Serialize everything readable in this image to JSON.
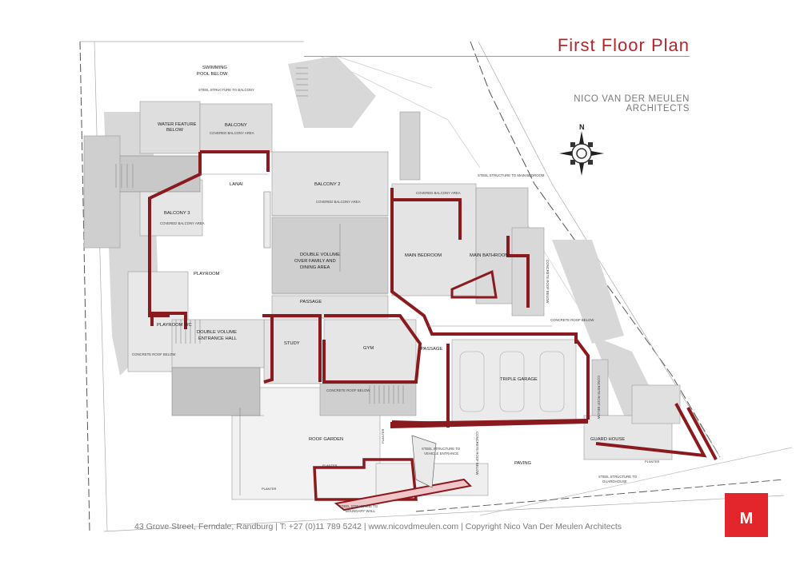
{
  "header": {
    "title": "First Floor Plan",
    "firm": "NICO VAN DER MEULEN ARCHITECTS"
  },
  "footer": {
    "address": "43 Grove Street, Ferndale, Randburg | T: +27 (0)11 789 5242 | www.nicovdmeulen.com | Copyright Nico Van Der Meulen Architects"
  },
  "logo": {
    "letter": "M",
    "color": "#e3262b"
  },
  "compass": {
    "north_label": "N"
  },
  "colors": {
    "wall": "#8b1a1f",
    "floor": "#dcdcdc",
    "shadow": "#cfcfcf",
    "title": "#b5252c"
  },
  "rooms": {
    "lanai": "LANAI",
    "balcony_2": "BALCONY 2",
    "balcony": "BALCONY",
    "balcony_3": "BALCONY 3",
    "playroom": "PLAYROOM",
    "playroom_wc": "PLAYROOM WC",
    "double_volume_entrance_1": "DOUBLE VOLUME",
    "double_volume_entrance_2": "ENTRANCE HALL",
    "double_volume_family_1": "DOUBLE VOLUME",
    "double_volume_family_2": "OVER FAMILY AND",
    "double_volume_family_3": "DINING AREA",
    "passage_1": "PASSAGE",
    "passage_2": "PASSAGE",
    "study": "STUDY",
    "gym": "GYM",
    "main_bedroom": "MAIN BEDROOM",
    "main_bathroom": "MAIN BATHROOM",
    "triple_garage": "TRIPLE GARAGE",
    "guard_house": "GUARD HOUSE",
    "roof_garden": "ROOF GARDEN",
    "paving": "PAVING",
    "planter_1": "PLANTER",
    "planter_2": "PLANTER",
    "planter_3": "PLANTER",
    "planter_4": "PLANTER",
    "swimming_pool_1": "SWIMMING",
    "swimming_pool_2": "POOL BELOW",
    "water_feature_1": "WATER FEATURE",
    "water_feature_2": "BELOW"
  },
  "notes": {
    "covered_balcony_1": "COVERED BALCONY AREA",
    "covered_balcony_2": "COVERED BALCONY AREA",
    "covered_balcony_3": "COVERED BALCONY AREA",
    "covered_balcony_4": "COVERED BALCONY AREA",
    "steel_balcony": "STEEL STRUCTURE TO BALCONY",
    "steel_main_bedroom": "STEEL STRUCTURE TO MAIN BEDROOM",
    "steel_vehicle_1": "STEEL STRUCTURE TO",
    "steel_vehicle_2": "VEHICLE ENTRANCE",
    "steel_boundary_1": "STEEL STRUCTURE TO",
    "steel_boundary_2": "BOUNDARY WALL",
    "steel_guard_1": "STEEL STRUCTURE TO",
    "steel_guard_2": "GUARDHOUSE",
    "concrete_roof_1": "CONCRETE ROOF BELOW",
    "concrete_roof_2": "CONCRETE ROOF BELOW",
    "concrete_roof_3": "CONCRETE ROOF BELOW",
    "concrete_roof_4": "CONCRETE ROOF BELOW",
    "concrete_roof_5": "CONCRETE ROOF BELOW",
    "concrete_roof_6": "CONCRETE ROOF BELOW"
  }
}
